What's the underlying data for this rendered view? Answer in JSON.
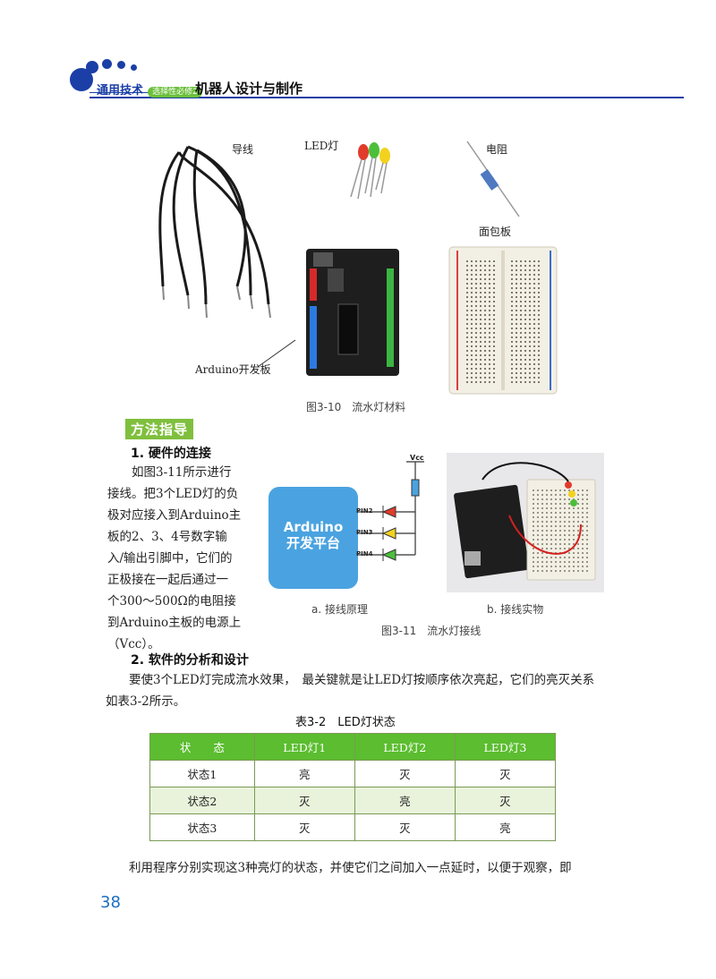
{
  "header": {
    "series": "通用技术",
    "series_tag": "选择性必修2",
    "book_title": "机器人设计与制作"
  },
  "figure_310": {
    "labels": {
      "wire": "导线",
      "led": "LED灯",
      "resistor": "电阻",
      "breadboard": "面包板",
      "arduino": "Arduino开发板"
    },
    "caption": "图3-10　流水灯材料"
  },
  "section_label": "方法指导",
  "subsection1": "1. 硬件的连接",
  "para1_lines": [
    "如图3-11所示进行",
    "接线。把3个LED灯的负",
    "极对应接入到Arduino主",
    "板的2、3、4号数字输",
    "入/输出引脚中，它们的",
    "正极接在一起后通过一",
    "个300～500Ω的电阻接",
    "到Arduino主板的电源上",
    "（Vcc）。"
  ],
  "figure_311": {
    "vcc": "Vcc",
    "board_line1": "Arduino",
    "board_line2": "开发平台",
    "pins": [
      "PIN2",
      "PIN3",
      "PIN4"
    ],
    "sub_a": "a. 接线原理",
    "sub_b": "b. 接线实物",
    "caption": "图3-11　流水灯接线"
  },
  "subsection2": "2. 软件的分析和设计",
  "para2_lines": [
    "要使3个LED灯完成流水效果，　最关键就是让LED灯按顺序依次亮起，它们的亮灭关系",
    "如表3-2所示。"
  ],
  "table": {
    "caption": "表3-2　LED灯状态",
    "headers": [
      "状　　态",
      "LED灯1",
      "LED灯2",
      "LED灯3"
    ],
    "rows": [
      [
        "状态1",
        "亮",
        "灭",
        "灭"
      ],
      [
        "状态2",
        "灭",
        "亮",
        "灭"
      ],
      [
        "状态3",
        "灭",
        "灭",
        "亮"
      ]
    ]
  },
  "para3": "利用程序分别实现这3种亮灯的状态，并使它们之间加入一点延时，以便于观察，即",
  "page_number": "38",
  "colors": {
    "accent": "#1b3fa6",
    "green": "#5bbd2f",
    "board_blue": "#4aa3e0"
  }
}
